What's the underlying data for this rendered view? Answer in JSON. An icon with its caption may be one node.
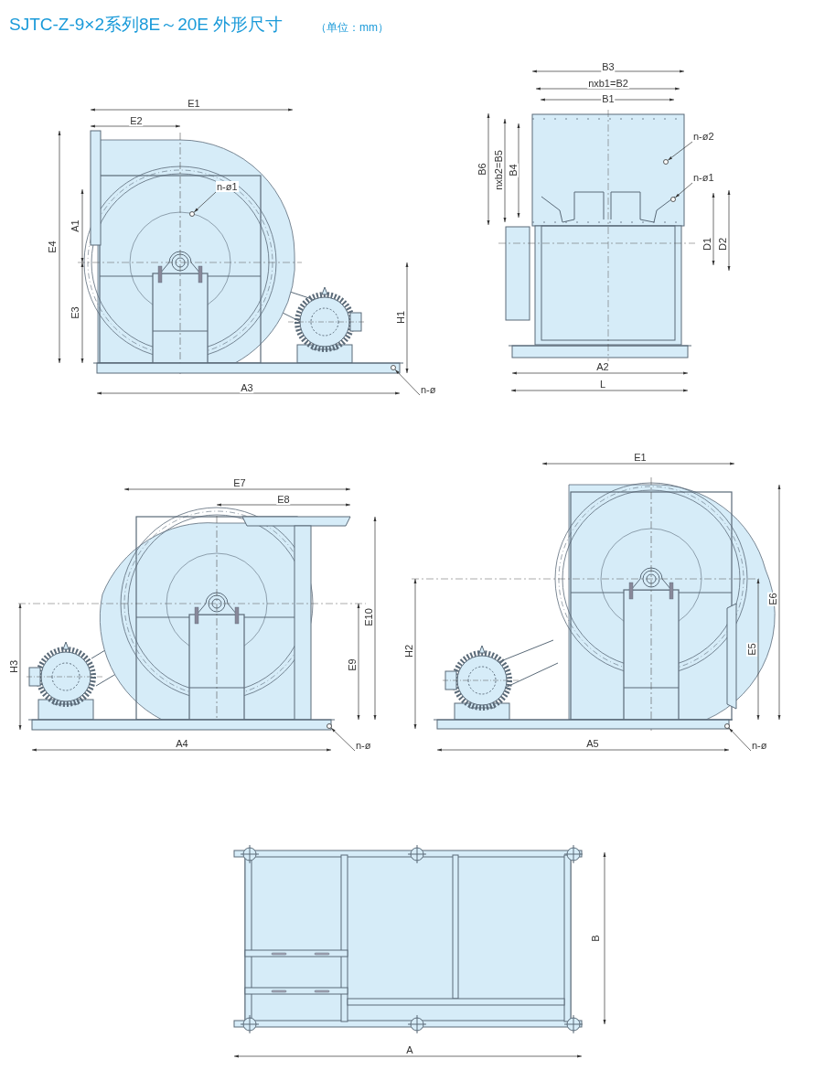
{
  "diagram": {
    "title": "SJTC-Z-9×2系列8E～20E 外形尺寸",
    "nodes": [
      {
        "text": [
          "n-ø1"
        ]
      },
      {
        "text": [
          "n-ø"
        ]
      },
      {
        "text": [
          "n-ø2"
        ]
      },
      {
        "text": [
          "n-ø1"
        ]
      },
      {
        "text": [
          "n-ø"
        ]
      },
      {
        "text": [
          "n-ø"
        ]
      },
      {
        "text": [],
        "shape": "circle"
      },
      {
        "text": [],
        "shape": "circle"
      },
      {
        "text": [],
        "shape": "circle"
      },
      {
        "text": [],
        "shape": "circle"
      },
      {
        "text": [],
        "shape": "circle"
      },
      {
        "text": [],
        "shape": "circle"
      }
    ],
    "edges": [
      {
        "from": 0,
        "to": 6,
        "arrow": "to"
      },
      {
        "from": 1,
        "to": 7,
        "arrow": "to"
      },
      {
        "from": 2,
        "to": 8,
        "arrow": "to"
      },
      {
        "from": 3,
        "to": 9,
        "arrow": "to"
      },
      {
        "from": 4,
        "to": 10,
        "arrow": "to"
      },
      {
        "from": 5,
        "to": 11,
        "arrow": "to"
      }
    ],
    "labels": [
      "（单位：mm）",
      "E1",
      "E2",
      "A1",
      "E4",
      "E3",
      "H1",
      "A3",
      "B3",
      "nxb1=B2",
      "B1",
      "B6",
      "nxb2=B5",
      "B4",
      "D1",
      "D2",
      "A2",
      "L",
      "E7",
      "E8",
      "E10",
      "E9",
      "H3",
      "A4",
      "E1",
      "E6",
      "E5",
      "H2",
      "A5",
      "B",
      "A"
    ]
  }
}
